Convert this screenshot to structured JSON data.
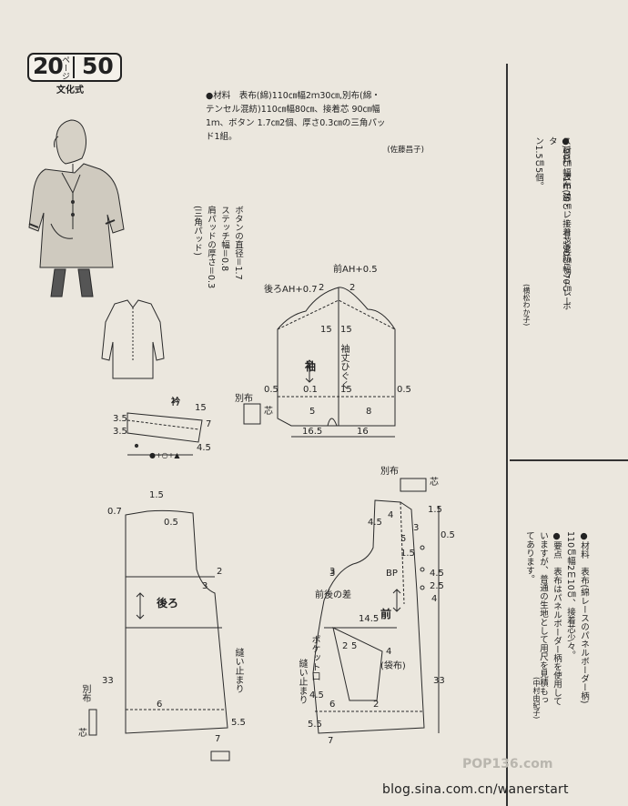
{
  "header": {
    "page_left": "20",
    "page_unit": "ページ",
    "page_right": "50",
    "style_label": "文化式"
  },
  "material_left": {
    "lines": [
      "●材料　表布(綿)110㎝幅2ｍ30㎝,別布(綿・",
      "テンセル混紡)110㎝幅80㎝、接着芯 90㎝幅",
      "1ｍ、ボタン 1.7㎝2個、厚さ0.3㎝の三角パッ",
      "ド1組。"
    ],
    "credit": "(佐藤昌子)"
  },
  "notes_vertical": [
    "ボタンの直径＝1.7",
    "ステッチ幅＝0.8",
    "肩パッドの厚さ＝0.3",
    "(三角パッド)"
  ],
  "material_right_top": {
    "cols": [
      "●材料　表布(綿・レーヨン混紡ニットレー",
      "ス)90㎝幅1ｍ70㎝、接着芯90㎝幅70㎝、ボタ",
      "ン1.5㎝5個。"
    ],
    "credit": "(横松わか子)"
  },
  "material_right_bottom": {
    "cols": [
      "●材料　表布(綿レースのパネルボーダー柄)",
      "110㎝幅2ｍ10㎝、接着芯少々。",
      "●要点　表布はパネルボーダー柄を使用して",
      "いますが、普通の生地として用尺を見積もっ",
      "てあります。"
    ],
    "credit": "(中村由紀子)"
  },
  "sleeve": {
    "front_ah": "前AH+0.5",
    "back_ah": "後ろAH+0.7",
    "label": "袖",
    "grain": "袖丈ひぐく",
    "nums": [
      "2",
      "2",
      "15",
      "15",
      "0.5",
      "0.1",
      "15",
      "0.5",
      "5",
      "8",
      "16.5",
      "16",
      "別布",
      "芯"
    ]
  },
  "collar": {
    "label": "衿",
    "nums": [
      "15",
      "3.5",
      "3.5",
      "7",
      "4.5"
    ],
    "marks": "●+○+▲"
  },
  "back": {
    "label": "後ろ",
    "nums": [
      "0.7",
      "1.5",
      "0.5",
      "2",
      "3",
      "33",
      "6",
      "5.5",
      "7"
    ],
    "side_label": "縫い止まり",
    "bessu": "別布",
    "shin": "芯"
  },
  "front": {
    "label": "前",
    "nums": [
      "1.5",
      "4",
      "4.5",
      "3",
      "0.5",
      "5",
      "1.5",
      "4.5",
      "2.5",
      "4",
      "3",
      "BP",
      "14.5",
      "2",
      "5",
      "4",
      "6",
      "2",
      "4.5",
      "33",
      "5.5",
      "7",
      "3"
    ],
    "maeushiro": "前後の差",
    "pocket": "ポケット口",
    "nuitomari": "縫い止まり",
    "fukuro": "(袋布)",
    "bessu": "別布",
    "shin": "芯"
  },
  "watermark": "POP136.com",
  "footer_url": "blog.sina.com.cn/wanerstart"
}
